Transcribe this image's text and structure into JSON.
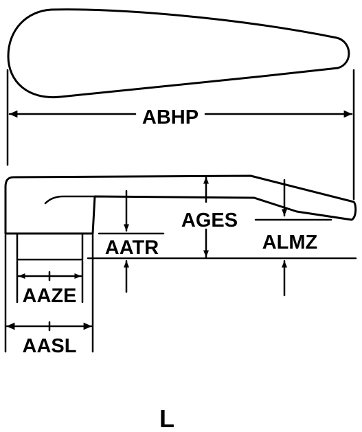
{
  "labels": {
    "abhp": "ABHP",
    "ages": "AGES",
    "aatr": "AATR",
    "almz": "ALMZ",
    "aaze": "AAZE",
    "aasl": "AASL",
    "style": "L"
  },
  "colors": {
    "ink": "#000000",
    "background": "#ffffff"
  }
}
